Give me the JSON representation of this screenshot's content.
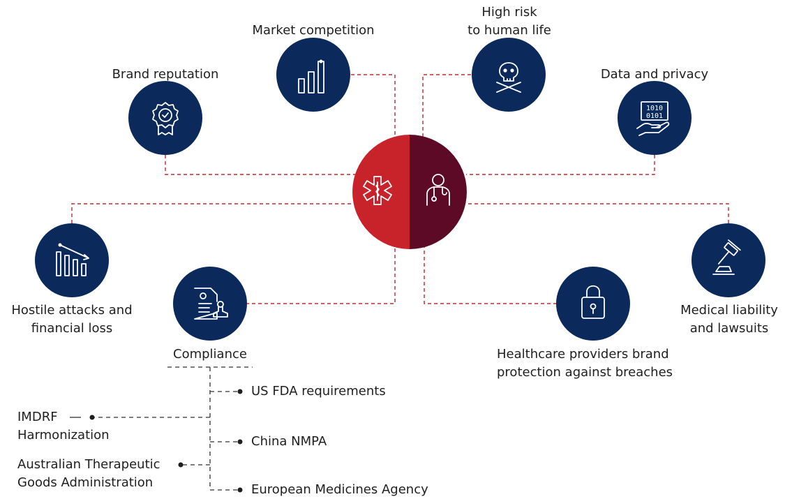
{
  "nodes": {
    "market_competition": "Market competition",
    "high_risk_line1": "High risk",
    "high_risk_line2": "to human life",
    "brand_reputation": "Brand reputation",
    "data_privacy": "Data and privacy",
    "hostile_line1": "Hostile attacks and",
    "hostile_line2": "financial loss",
    "compliance": "Compliance",
    "providers_line1": "Healthcare providers brand",
    "providers_line2": "protection against breaches",
    "liability_line1": "Medical liability",
    "liability_line2": "and lawsuits"
  },
  "compliance_items": {
    "us_fda": "US FDA requirements",
    "china_nmpa": "China NMPA",
    "ema": "European Medicines Agency",
    "imdrf_line1": "IMDRF",
    "imdrf_line2": "Harmonization",
    "tga_line1": "Australian Therapeutic",
    "tga_line2": "Goods Administration"
  },
  "colors": {
    "node_navy": "#0b2a5b",
    "center_red": "#c8232b",
    "center_maroon": "#5c0a26",
    "connector_red": "#c0282e"
  },
  "icons": {
    "center_left": "star-of-life-icon",
    "center_right": "doctor-icon",
    "market_competition": "bar-chart-icon",
    "high_risk": "skull-crossbones-icon",
    "brand_reputation": "award-badge-icon",
    "data_privacy": "binary-hand-icon",
    "hostile": "declining-chart-icon",
    "compliance": "document-stamp-icon",
    "providers": "padlock-icon",
    "liability": "gavel-icon"
  }
}
